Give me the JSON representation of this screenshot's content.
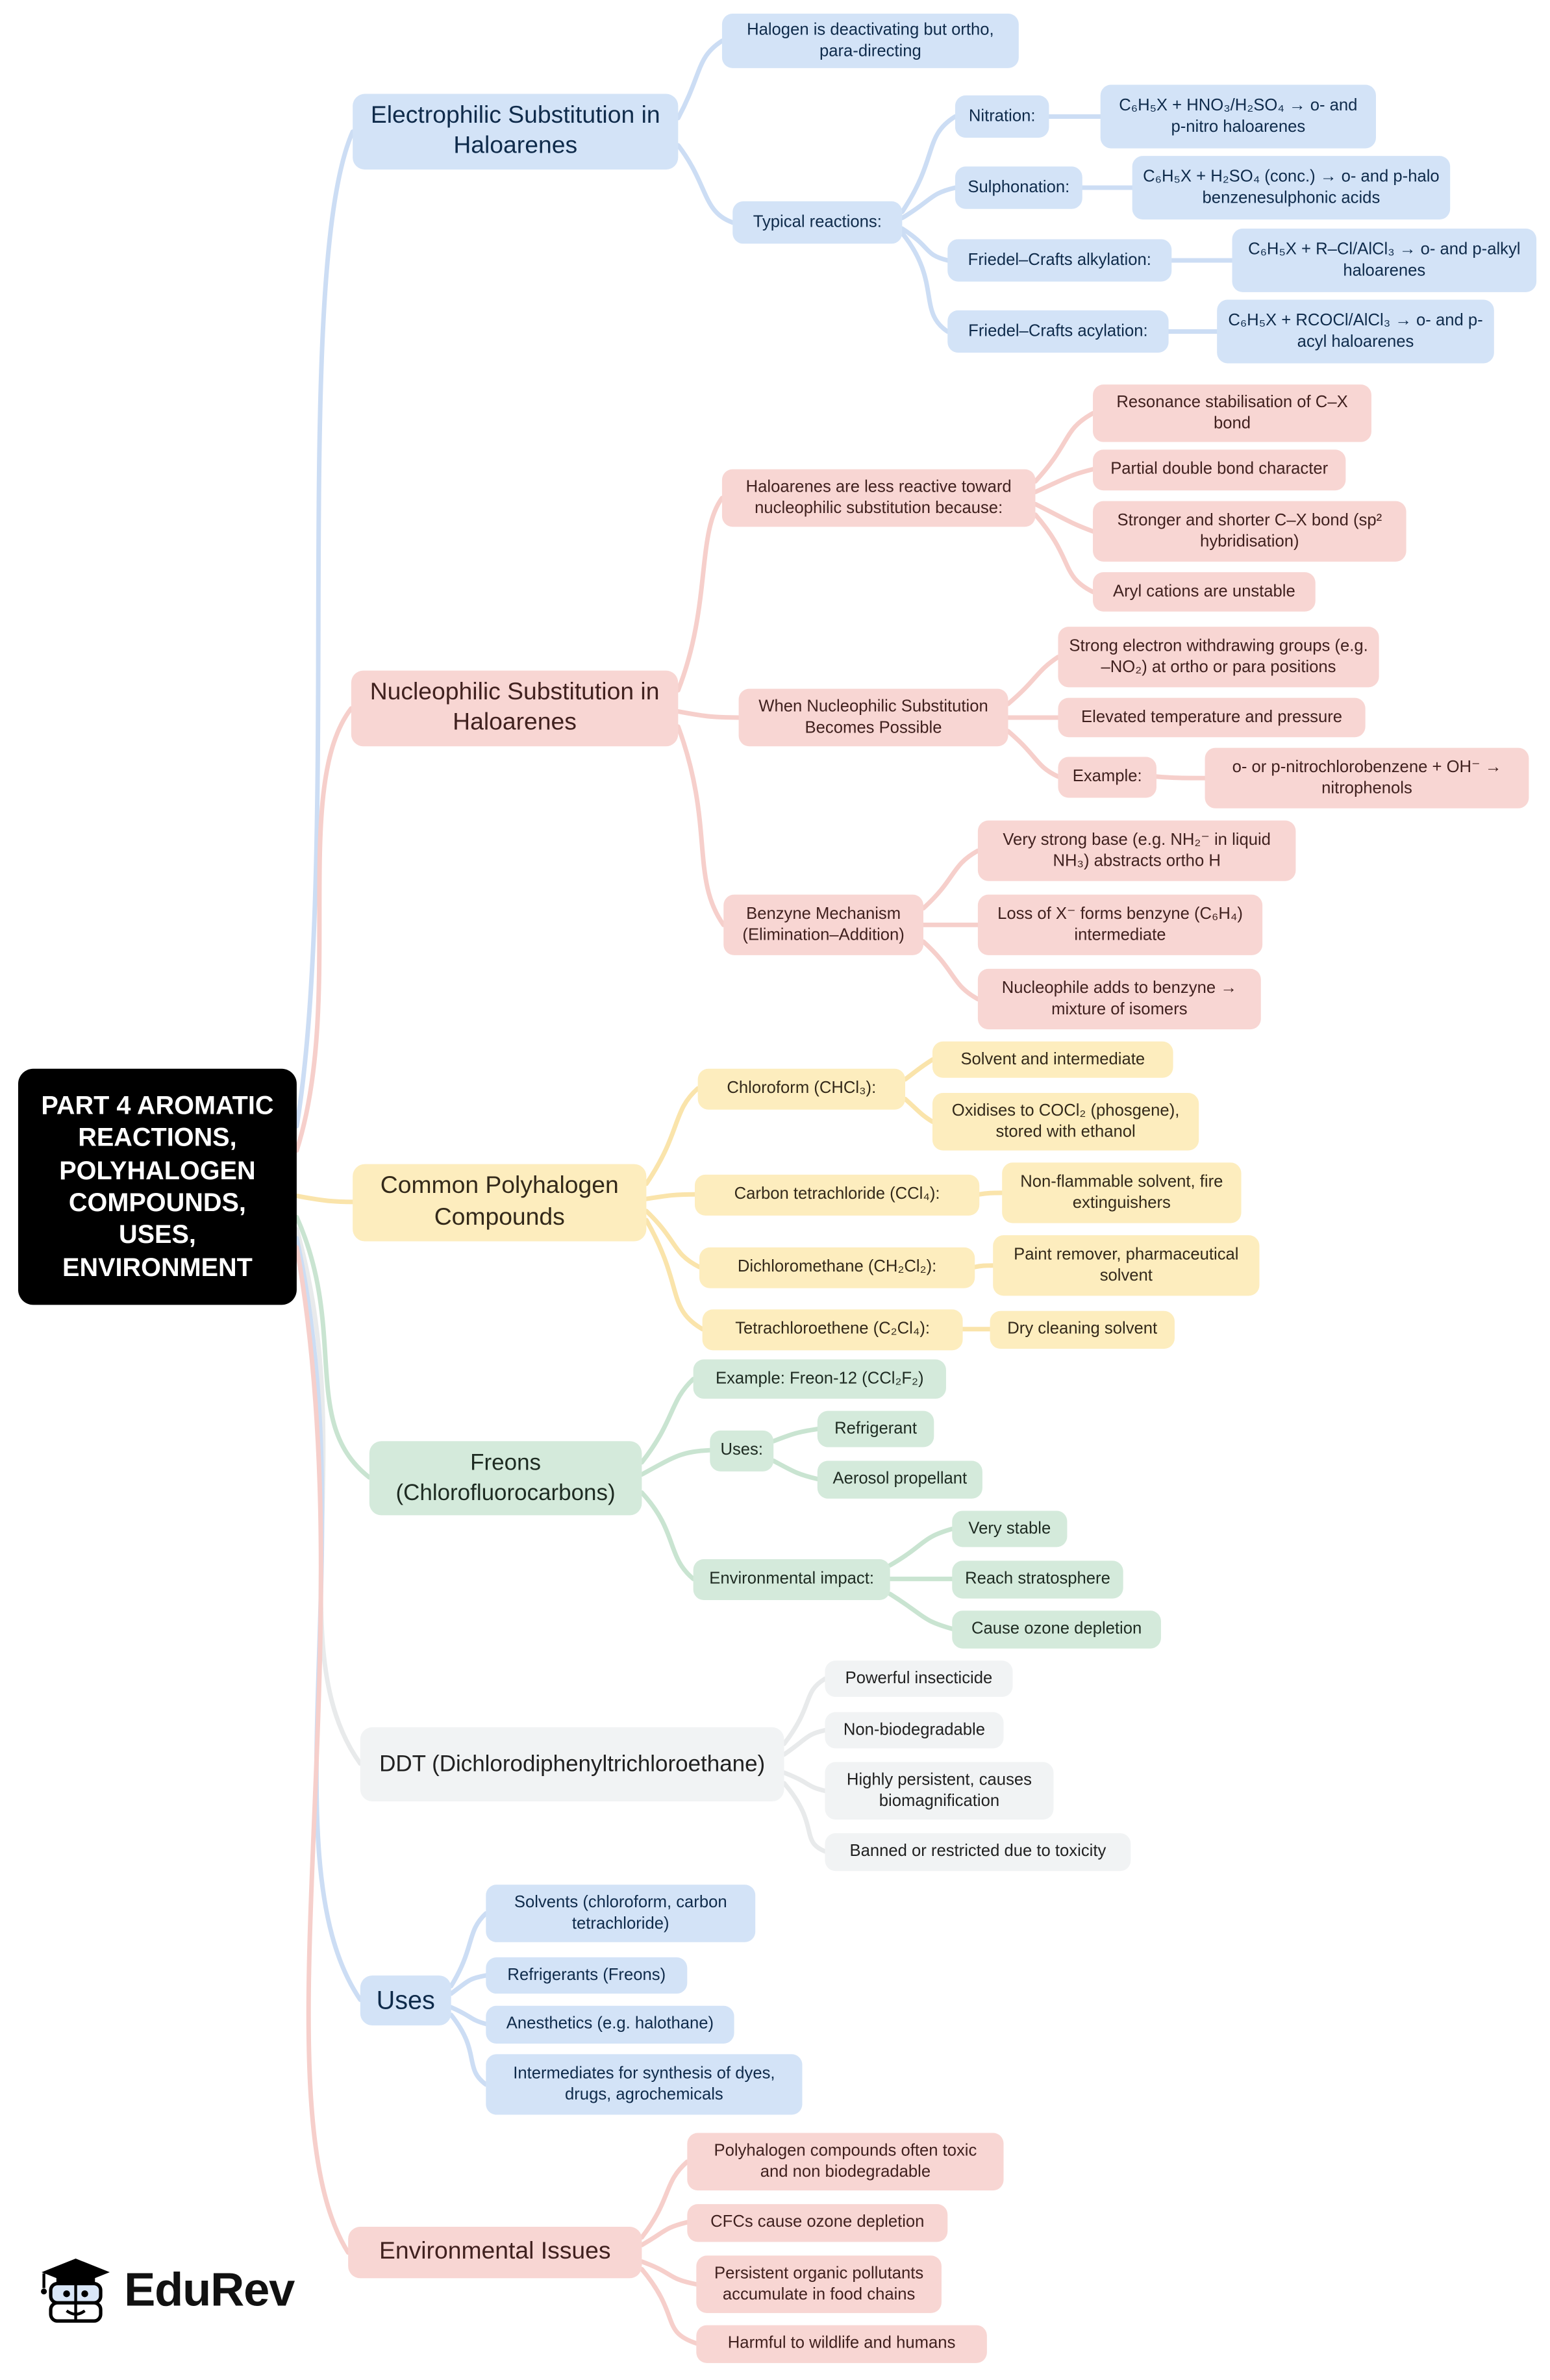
{
  "root": {
    "title": "PART 4 AROMATIC REACTIONS, POLYHALOGEN COMPOUNDS, USES, ENVIRONMENT"
  },
  "brand": {
    "name": "EduRev"
  },
  "colors": {
    "root-bg": "#000000",
    "root-text": "#ffffff",
    "blue-fill": "#d3e3f7",
    "blue-edge": "#ccddf4",
    "blue-text": "#0f2b4b",
    "pink-fill": "#f8d6d3",
    "pink-edge": "#f6cfcb",
    "pink-text": "#40211f",
    "yellow-fill": "#fdedbe",
    "yellow-edge": "#fae4ab",
    "yellow-text": "#33291a",
    "green-fill": "#d4eadb",
    "green-edge": "#c9e4d1",
    "green-text": "#1e2b22",
    "gray-fill": "#f1f3f4",
    "gray-edge": "#e8eaeb",
    "gray-text": "#212121"
  },
  "branches": [
    {
      "label": "Electrophilic Substitution in Haloarenes",
      "children": [
        {
          "label": "Halogen is deactivating but ortho, para-directing"
        },
        {
          "label": "Typical reactions:",
          "children": [
            {
              "label": "Nitration:",
              "children": [
                {
                  "label": "C₆H₅X + HNO₃/H₂SO₄ → o- and p-nitro haloarenes"
                }
              ]
            },
            {
              "label": "Sulphonation:",
              "children": [
                {
                  "label": "C₆H₅X + H₂SO₄ (conc.) → o- and p-halo benzenesulphonic acids"
                }
              ]
            },
            {
              "label": "Friedel–Crafts alkylation:",
              "children": [
                {
                  "label": "C₆H₅X + R–Cl/AlCl₃ → o- and p-alkyl haloarenes"
                }
              ]
            },
            {
              "label": "Friedel–Crafts acylation:",
              "children": [
                {
                  "label": "C₆H₅X + RCOCl/AlCl₃ → o- and p-acyl haloarenes"
                }
              ]
            }
          ]
        }
      ]
    },
    {
      "label": "Nucleophilic Substitution in Haloarenes",
      "children": [
        {
          "label": "Haloarenes are less reactive toward nucleophilic substitution because:",
          "children": [
            {
              "label": "Resonance stabilisation of C–X bond"
            },
            {
              "label": "Partial double bond character"
            },
            {
              "label": "Stronger and shorter C–X bond (sp² hybridisation)"
            },
            {
              "label": "Aryl cations are unstable"
            }
          ]
        },
        {
          "label": "When Nucleophilic Substitution Becomes Possible",
          "children": [
            {
              "label": "Strong electron withdrawing groups (e.g. –NO₂) at ortho or para positions"
            },
            {
              "label": "Elevated temperature and pressure"
            },
            {
              "label": "Example:",
              "children": [
                {
                  "label": "o- or p-nitrochlorobenzene + OH⁻ → nitrophenols"
                }
              ]
            }
          ]
        },
        {
          "label": "Benzyne Mechanism (Elimination–Addition)",
          "children": [
            {
              "label": "Very strong base (e.g. NH₂⁻ in liquid NH₃) abstracts ortho H"
            },
            {
              "label": "Loss of X⁻ forms benzyne (C₆H₄) intermediate"
            },
            {
              "label": "Nucleophile adds to benzyne → mixture of isomers"
            }
          ]
        }
      ]
    },
    {
      "label": "Common Polyhalogen Compounds",
      "children": [
        {
          "label": "Chloroform (CHCl₃):",
          "children": [
            {
              "label": "Solvent and intermediate"
            },
            {
              "label": "Oxidises to COCl₂ (phosgene), stored with ethanol"
            }
          ]
        },
        {
          "label": "Carbon tetrachloride (CCl₄):",
          "children": [
            {
              "label": "Non-flammable solvent, fire extinguishers"
            }
          ]
        },
        {
          "label": "Dichloromethane (CH₂Cl₂):",
          "children": [
            {
              "label": "Paint remover, pharmaceutical solvent"
            }
          ]
        },
        {
          "label": "Tetrachloroethene (C₂Cl₄):",
          "children": [
            {
              "label": "Dry cleaning solvent"
            }
          ]
        }
      ]
    },
    {
      "label": "Freons (Chlorofluorocarbons)",
      "children": [
        {
          "label": "Example: Freon-12 (CCl₂F₂)"
        },
        {
          "label": "Uses:",
          "children": [
            {
              "label": "Refrigerant"
            },
            {
              "label": "Aerosol propellant"
            }
          ]
        },
        {
          "label": "Environmental impact:",
          "children": [
            {
              "label": "Very stable"
            },
            {
              "label": "Reach stratosphere"
            },
            {
              "label": "Cause ozone depletion"
            }
          ]
        }
      ]
    },
    {
      "label": "DDT (Dichlorodiphenyltrichloroethane)",
      "children": [
        {
          "label": "Powerful insecticide"
        },
        {
          "label": "Non-biodegradable"
        },
        {
          "label": "Highly persistent, causes biomagnification"
        },
        {
          "label": "Banned or restricted due to toxicity"
        }
      ]
    },
    {
      "label": "Uses",
      "children": [
        {
          "label": "Solvents (chloroform, carbon tetrachloride)"
        },
        {
          "label": "Refrigerants (Freons)"
        },
        {
          "label": "Anesthetics (e.g. halothane)"
        },
        {
          "label": "Intermediates for synthesis of dyes, drugs, agrochemicals"
        }
      ]
    },
    {
      "label": "Environmental Issues",
      "children": [
        {
          "label": "Polyhalogen compounds often toxic and non biodegradable"
        },
        {
          "label": "CFCs cause ozone depletion"
        },
        {
          "label": "Persistent organic pollutants accumulate in food chains"
        },
        {
          "label": "Harmful to wildlife and humans"
        }
      ]
    }
  ]
}
